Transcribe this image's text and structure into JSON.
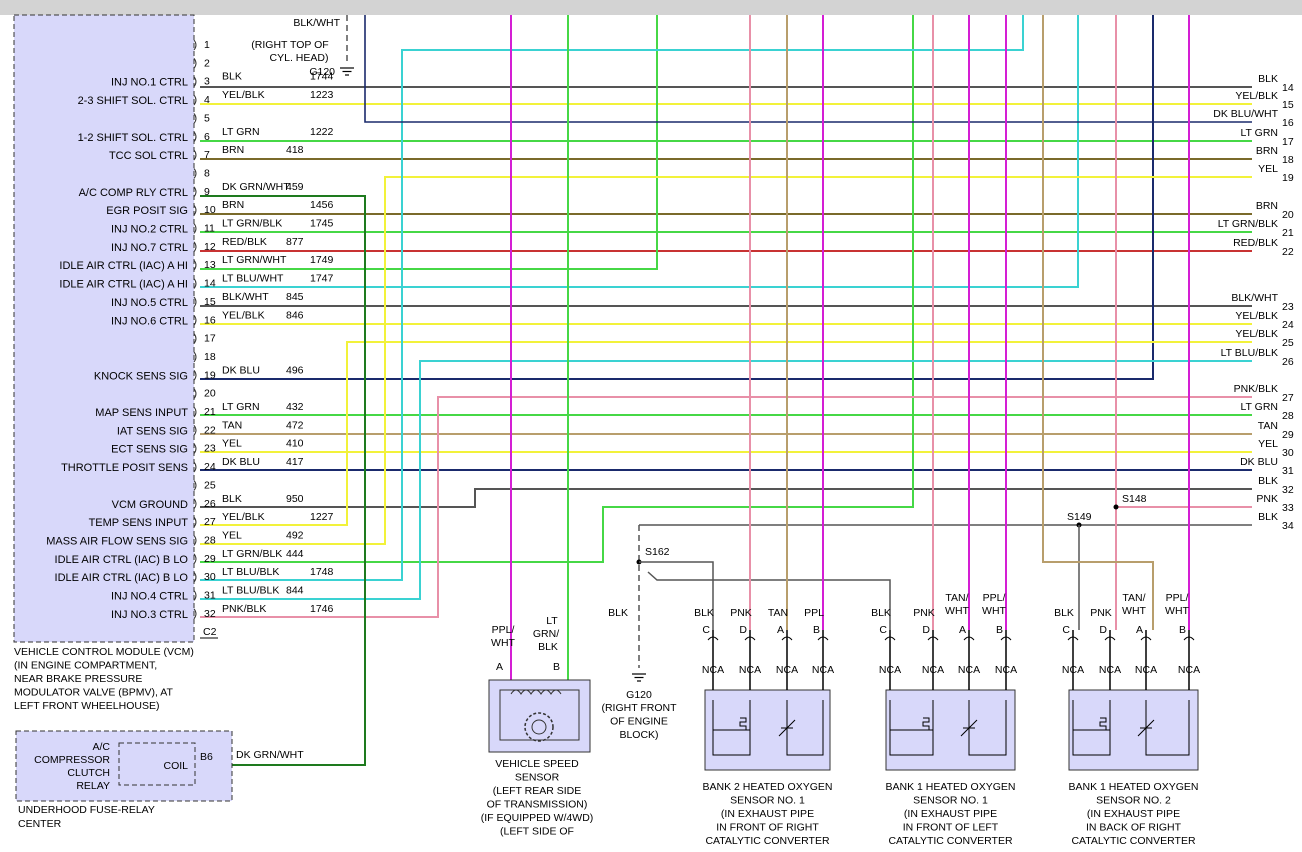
{
  "vcm": {
    "caption": [
      "VEHICLE CONTROL MODULE (VCM)",
      "(IN ENGINE COMPARTMENT,",
      "NEAR BRAKE PRESSURE",
      "MODULATOR VALVE (BPMV), AT",
      "LEFT FRONT WHEELHOUSE)"
    ],
    "connector": "C2"
  },
  "ground_top": {
    "wire": "BLK/WHT",
    "lines": [
      "(RIGHT TOP OF",
      "CYL. HEAD)"
    ],
    "id": "G120"
  },
  "pins": [
    {
      "n": "1",
      "label": "",
      "color": "",
      "circuit": ""
    },
    {
      "n": "2",
      "label": "",
      "color": "",
      "circuit": ""
    },
    {
      "n": "3",
      "label": "INJ NO.1 CTRL",
      "color": "BLK",
      "circuit": "1744"
    },
    {
      "n": "4",
      "label": "2-3 SHIFT SOL. CTRL",
      "color": "YEL/BLK",
      "circuit": "1223"
    },
    {
      "n": "5",
      "label": "",
      "color": "",
      "circuit": ""
    },
    {
      "n": "6",
      "label": "1-2 SHIFT SOL. CTRL",
      "color": "LT GRN",
      "circuit": "1222"
    },
    {
      "n": "7",
      "label": "TCC SOL CTRL",
      "color": "BRN",
      "circuit": "418"
    },
    {
      "n": "8",
      "label": "",
      "color": "",
      "circuit": ""
    },
    {
      "n": "9",
      "label": "A/C COMP RLY CTRL",
      "color": "DK GRN/WHT",
      "circuit": "459"
    },
    {
      "n": "10",
      "label": "EGR POSIT SIG",
      "color": "BRN",
      "circuit": "1456"
    },
    {
      "n": "11",
      "label": "INJ NO.2 CTRL",
      "color": "LT GRN/BLK",
      "circuit": "1745"
    },
    {
      "n": "12",
      "label": "INJ NO.7 CTRL",
      "color": "RED/BLK",
      "circuit": "877"
    },
    {
      "n": "13",
      "label": "IDLE AIR CTRL (IAC) A HI",
      "color": "LT GRN/WHT",
      "circuit": "1749"
    },
    {
      "n": "14",
      "label": "IDLE AIR CTRL (IAC) A HI",
      "color": "LT BLU/WHT",
      "circuit": "1747"
    },
    {
      "n": "15",
      "label": "INJ NO.5 CTRL",
      "color": "BLK/WHT",
      "circuit": "845"
    },
    {
      "n": "16",
      "label": "INJ NO.6 CTRL",
      "color": "YEL/BLK",
      "circuit": "846"
    },
    {
      "n": "17",
      "label": "",
      "color": "",
      "circuit": ""
    },
    {
      "n": "18",
      "label": "",
      "color": "",
      "circuit": ""
    },
    {
      "n": "19",
      "label": "KNOCK SENS SIG",
      "color": "DK BLU",
      "circuit": "496"
    },
    {
      "n": "20",
      "label": "",
      "color": "",
      "circuit": ""
    },
    {
      "n": "21",
      "label": "MAP SENS INPUT",
      "color": "LT GRN",
      "circuit": "432"
    },
    {
      "n": "22",
      "label": "IAT SENS SIG",
      "color": "TAN",
      "circuit": "472"
    },
    {
      "n": "23",
      "label": "ECT SENS SIG",
      "color": "YEL",
      "circuit": "410"
    },
    {
      "n": "24",
      "label": "THROTTLE POSIT SENS",
      "color": "DK BLU",
      "circuit": "417"
    },
    {
      "n": "25",
      "label": "",
      "color": "",
      "circuit": ""
    },
    {
      "n": "26",
      "label": "VCM GROUND",
      "color": "BLK",
      "circuit": "950"
    },
    {
      "n": "27",
      "label": "TEMP SENS INPUT",
      "color": "YEL/BLK",
      "circuit": "1227"
    },
    {
      "n": "28",
      "label": "MASS AIR FLOW SENS SIG",
      "color": "YEL",
      "circuit": "492"
    },
    {
      "n": "29",
      "label": "IDLE AIR CTRL (IAC) B LO",
      "color": "LT GRN/BLK",
      "circuit": "444"
    },
    {
      "n": "30",
      "label": "IDLE AIR CTRL (IAC) B LO",
      "color": "LT BLU/BLK",
      "circuit": "1748"
    },
    {
      "n": "31",
      "label": "INJ NO.4 CTRL",
      "color": "LT BLU/BLK",
      "circuit": "844"
    },
    {
      "n": "32",
      "label": "INJ NO.3 CTRL",
      "color": "PNK/BLK",
      "circuit": "1746"
    }
  ],
  "right_connectors": [
    {
      "n": "14",
      "color": "BLK"
    },
    {
      "n": "15",
      "color": "YEL/BLK"
    },
    {
      "n": "16",
      "color": "DK BLU/WHT"
    },
    {
      "n": "17",
      "color": "LT GRN"
    },
    {
      "n": "18",
      "color": "BRN"
    },
    {
      "n": "19",
      "color": "YEL"
    },
    {
      "n": "20",
      "color": "BRN"
    },
    {
      "n": "21",
      "color": "LT GRN/BLK"
    },
    {
      "n": "22",
      "color": "RED/BLK"
    },
    {
      "n": "23",
      "color": "BLK/WHT"
    },
    {
      "n": "24",
      "color": "YEL/BLK"
    },
    {
      "n": "25",
      "color": "YEL/BLK"
    },
    {
      "n": "26",
      "color": "LT BLU/BLK"
    },
    {
      "n": "27",
      "color": "PNK/BLK"
    },
    {
      "n": "28",
      "color": "LT GRN"
    },
    {
      "n": "29",
      "color": "TAN"
    },
    {
      "n": "30",
      "color": "YEL"
    },
    {
      "n": "31",
      "color": "DK BLU"
    },
    {
      "n": "32",
      "color": "BLK"
    },
    {
      "n": "33",
      "color": "PNK"
    },
    {
      "n": "34",
      "color": "BLK"
    }
  ],
  "splices": [
    "S148",
    "S149",
    "S162"
  ],
  "relay": {
    "lines": [
      "A/C",
      "COMPRESSOR",
      "CLUTCH",
      "RELAY"
    ],
    "coil": "COIL",
    "pin": "B6",
    "wire": "DK GRN/WHT",
    "caption": [
      "UNDERHOOD FUSE-RELAY",
      "CENTER"
    ]
  },
  "vss": {
    "wire_a": [
      "PPL/",
      "WHT"
    ],
    "wire_b": [
      "LT",
      "GRN/",
      "BLK"
    ],
    "pin_a": "A",
    "pin_b": "B",
    "caption": [
      "VEHICLE SPEED",
      "SENSOR",
      "(LEFT REAR SIDE",
      "OF TRANSMISSION)",
      "(IF EQUIPPED W/4WD)",
      "(LEFT SIDE OF"
    ]
  },
  "ground_bottom": {
    "wire": "BLK",
    "id": "G120",
    "lines": [
      "(RIGHT FRONT",
      "OF ENGINE",
      "BLOCK)"
    ]
  },
  "o2_sensors": [
    {
      "wires": [
        [
          "BLK"
        ],
        [
          "PNK"
        ],
        [
          "TAN"
        ],
        [
          "PPL"
        ]
      ],
      "pins": [
        "C",
        "D",
        "A",
        "B"
      ],
      "nca": "NCA",
      "caption": [
        "BANK 2 HEATED OXYGEN",
        "SENSOR NO. 1",
        "(IN EXHAUST PIPE",
        "IN FRONT OF RIGHT",
        "CATALYTIC CONVERTER"
      ]
    },
    {
      "wires": [
        [
          "BLK"
        ],
        [
          "PNK"
        ],
        [
          "TAN/",
          "WHT"
        ],
        [
          "PPL/",
          "WHT"
        ]
      ],
      "pins": [
        "C",
        "D",
        "A",
        "B"
      ],
      "nca": "NCA",
      "caption": [
        "BANK 1 HEATED OXYGEN",
        "SENSOR NO. 1",
        "(IN EXHAUST PIPE",
        "IN FRONT OF LEFT",
        "CATALYTIC CONVERTER"
      ]
    },
    {
      "wires": [
        [
          "BLK"
        ],
        [
          "PNK"
        ],
        [
          "TAN/",
          "WHT"
        ],
        [
          "PPL/",
          "WHT"
        ]
      ],
      "pins": [
        "C",
        "D",
        "A",
        "B"
      ],
      "nca": "NCA",
      "caption": [
        "BANK 1 HEATED OXYGEN",
        "SENSOR NO. 2",
        "(IN EXHAUST PIPE",
        "IN BACK OF RIGHT",
        "CATALYTIC CONVERTER"
      ]
    }
  ],
  "colors": {
    "BLK": "#555555",
    "YEL": "#f2f23a",
    "DK BLU": "#1a2a6c",
    "LT GRN": "#46d846",
    "BRN": "#7a6a2a",
    "DK GRN": "#1e7a1e",
    "RED": "#c83232",
    "LT BLU": "#3ad2d2",
    "PNK": "#e890a8",
    "TAN": "#b89e6c",
    "PPL": "#d41ed4",
    "module_fill": "#d8d8fa"
  }
}
